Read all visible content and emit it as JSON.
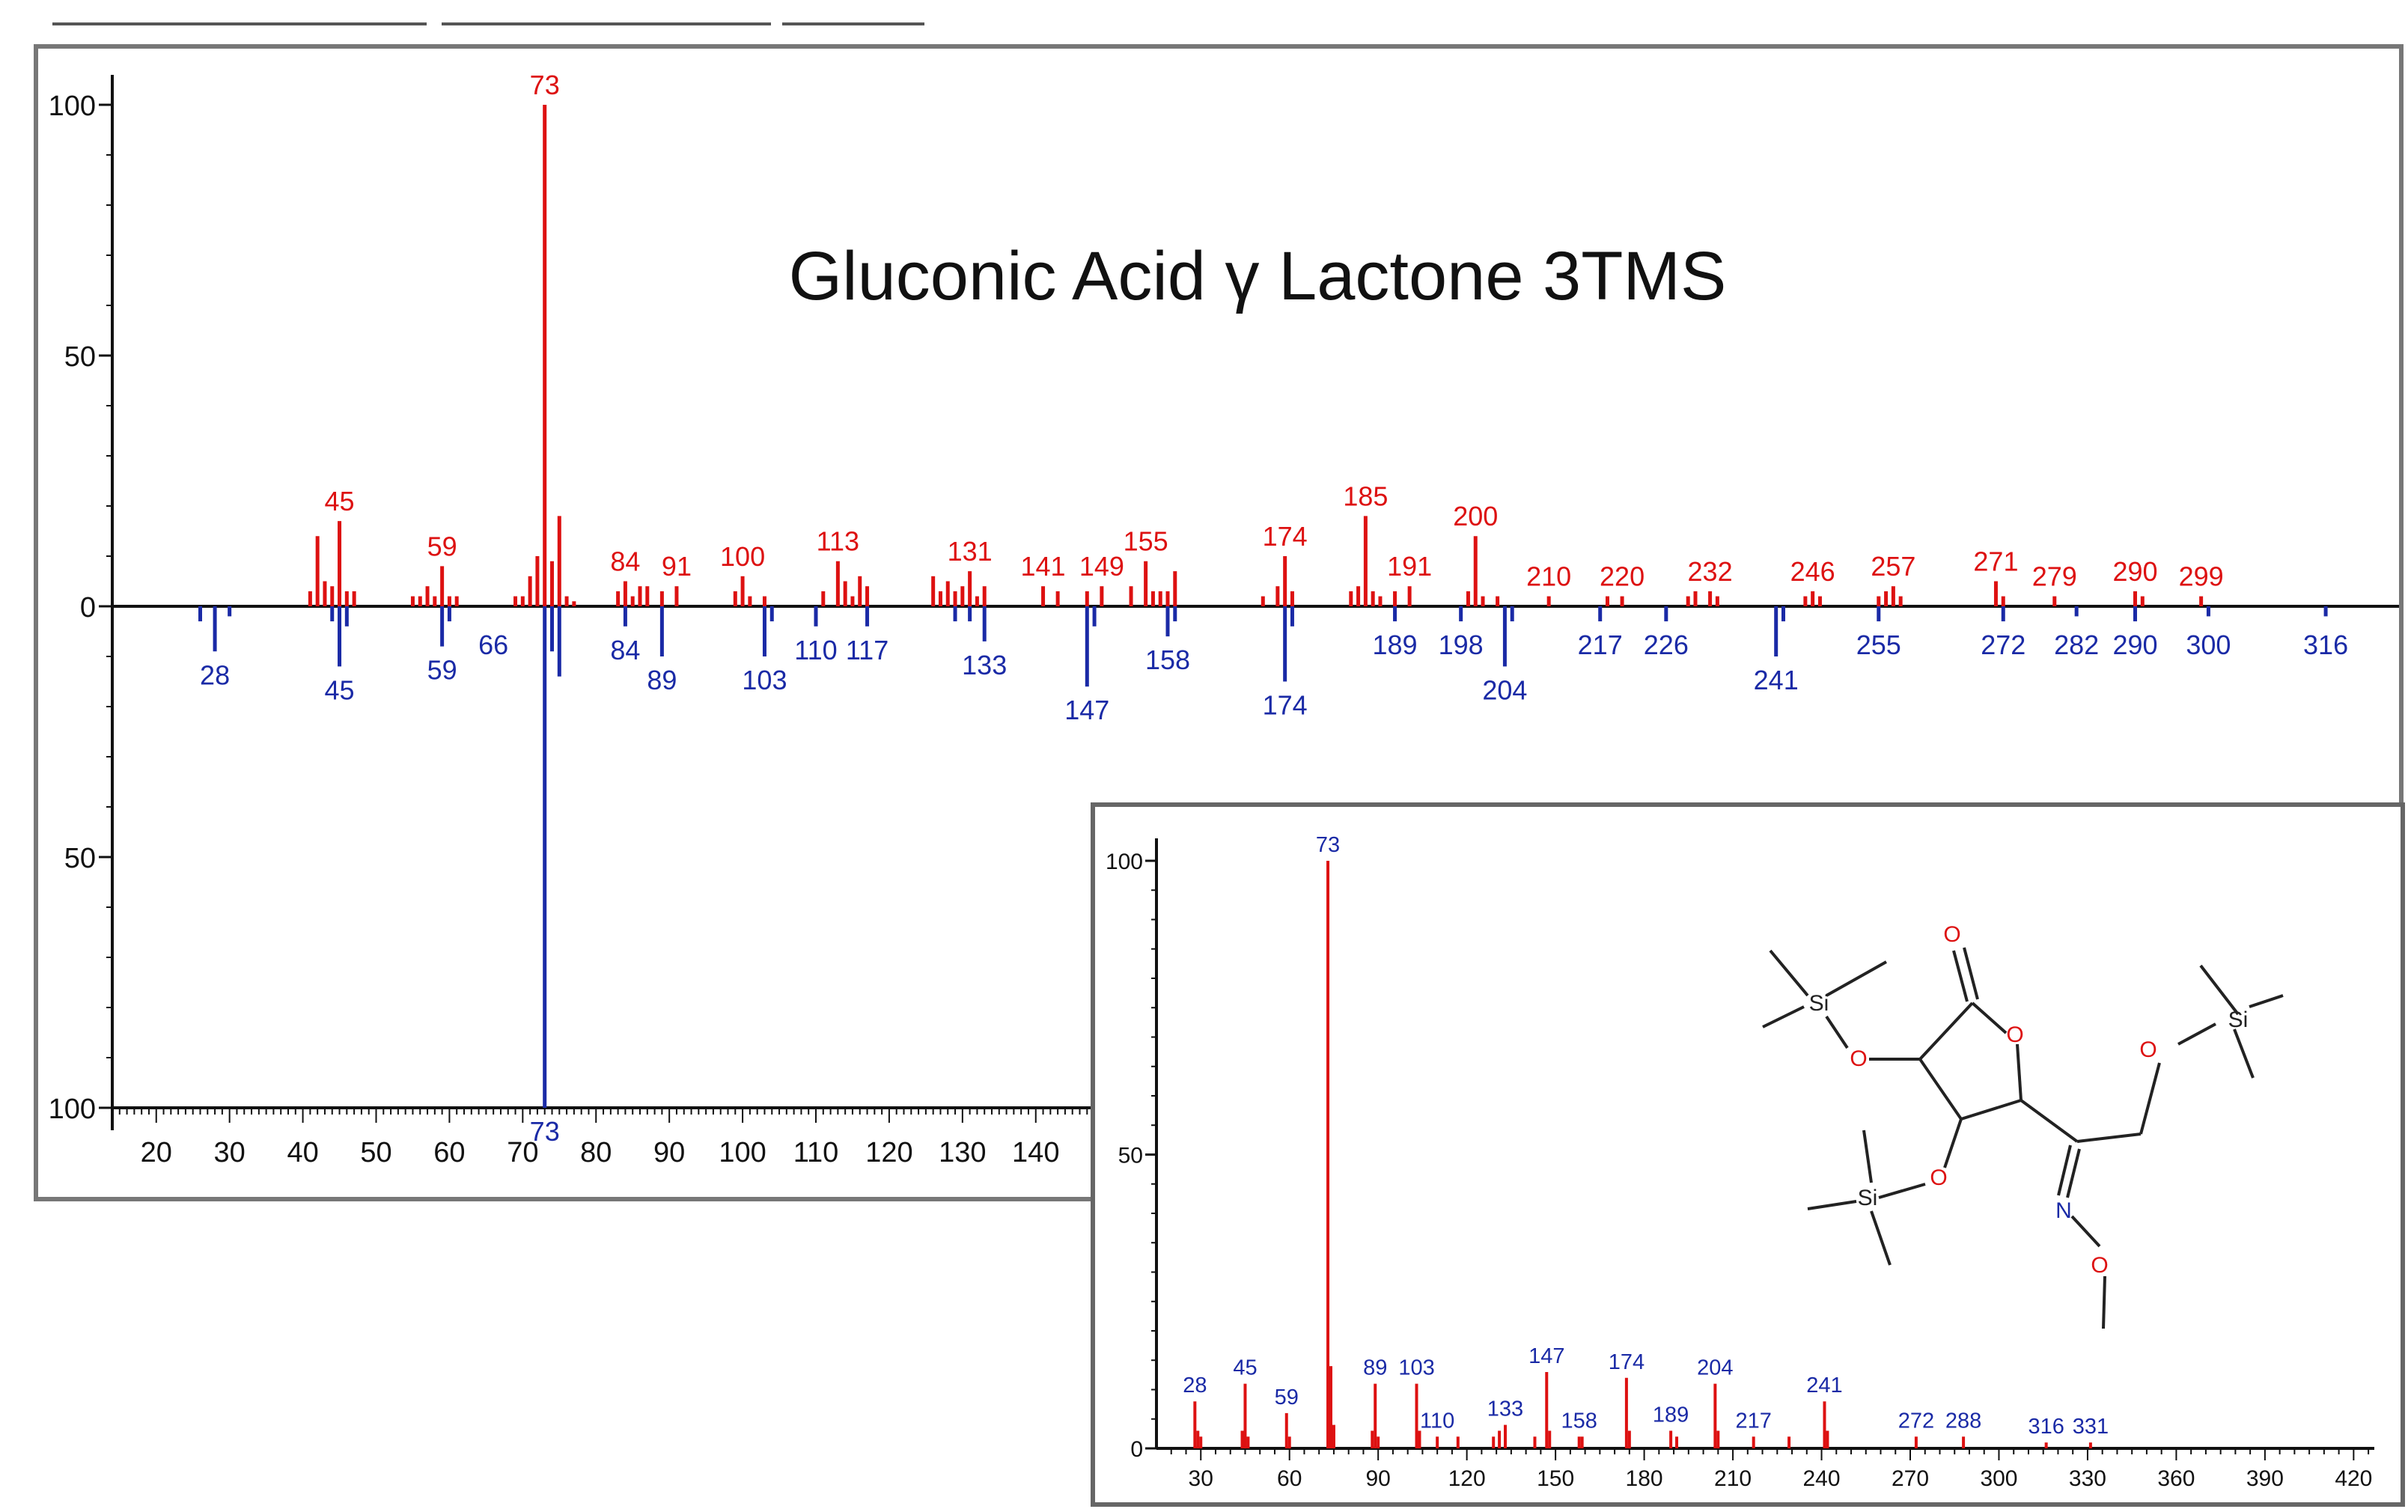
{
  "title": "Gluconic Acid γ Lactone 3TMS",
  "colors": {
    "sample": "#dd1111",
    "library": "#1a2aa6",
    "axis": "#111111",
    "frame": "#777777"
  },
  "chart_data": [
    {
      "type": "bar",
      "subtype": "mirror-mass-spectrum",
      "title": "Gluconic Acid γ Lactone 3TMS",
      "xlabel": "",
      "ylabel": "",
      "xlim": [
        14,
        326
      ],
      "ylim": [
        -100,
        100
      ],
      "x_ticks": [
        20,
        30,
        40,
        50,
        60,
        70,
        80,
        90,
        100,
        110,
        120,
        130,
        140
      ],
      "y_tick_labels": [
        "100",
        "50",
        "0",
        "50",
        "100"
      ],
      "series": [
        {
          "direction": "up",
          "color": "#dd1111",
          "x": [
            41,
            42,
            43,
            44,
            45,
            46,
            47,
            55,
            56,
            57,
            58,
            59,
            60,
            61,
            69,
            70,
            71,
            72,
            73,
            74,
            75,
            76,
            77,
            83,
            84,
            85,
            86,
            87,
            89,
            91,
            99,
            100,
            101,
            103,
            111,
            113,
            114,
            115,
            116,
            117,
            126,
            127,
            128,
            129,
            130,
            131,
            132,
            133,
            141,
            143,
            147,
            149,
            153,
            155,
            156,
            157,
            158,
            159,
            171,
            173,
            174,
            175,
            183,
            184,
            185,
            186,
            187,
            189,
            191,
            199,
            200,
            201,
            203,
            210,
            218,
            220,
            229,
            230,
            232,
            233,
            245,
            246,
            247,
            255,
            256,
            257,
            258,
            271,
            272,
            279,
            290,
            291,
            299
          ],
          "y": [
            3,
            14,
            5,
            4,
            17,
            3,
            3,
            2,
            2,
            4,
            2,
            8,
            2,
            2,
            2,
            2,
            6,
            10,
            100,
            9,
            18,
            2,
            1,
            3,
            5,
            2,
            4,
            4,
            3,
            4,
            3,
            6,
            2,
            2,
            3,
            9,
            5,
            2,
            6,
            4,
            6,
            3,
            5,
            3,
            4,
            7,
            2,
            4,
            4,
            3,
            3,
            4,
            4,
            9,
            3,
            3,
            3,
            7,
            2,
            4,
            10,
            3,
            3,
            4,
            18,
            3,
            2,
            3,
            4,
            3,
            14,
            2,
            2,
            2,
            2,
            2,
            2,
            3,
            3,
            2,
            2,
            3,
            2,
            2,
            3,
            4,
            2,
            5,
            2,
            2,
            3,
            2,
            2
          ],
          "labels": [
            {
              "x": 45,
              "text": "45"
            },
            {
              "x": 59,
              "text": "59"
            },
            {
              "x": 73,
              "text": "73"
            },
            {
              "x": 84,
              "text": "84"
            },
            {
              "x": 91,
              "text": "91"
            },
            {
              "x": 100,
              "text": "100"
            },
            {
              "x": 113,
              "text": "113"
            },
            {
              "x": 131,
              "text": "131"
            },
            {
              "x": 141,
              "text": "141"
            },
            {
              "x": 149,
              "text": "149"
            },
            {
              "x": 155,
              "text": "155"
            },
            {
              "x": 174,
              "text": "174"
            },
            {
              "x": 185,
              "text": "185"
            },
            {
              "x": 191,
              "text": "191"
            },
            {
              "x": 200,
              "text": "200"
            },
            {
              "x": 210,
              "text": "210"
            },
            {
              "x": 220,
              "text": "220"
            },
            {
              "x": 232,
              "text": "232"
            },
            {
              "x": 246,
              "text": "246"
            },
            {
              "x": 257,
              "text": "257"
            },
            {
              "x": 271,
              "text": "271"
            },
            {
              "x": 279,
              "text": "279"
            },
            {
              "x": 290,
              "text": "290"
            },
            {
              "x": 299,
              "text": "299"
            }
          ]
        },
        {
          "direction": "down",
          "color": "#1a2aa6",
          "x": [
            26,
            28,
            30,
            44,
            45,
            46,
            59,
            60,
            73,
            74,
            75,
            84,
            89,
            103,
            104,
            110,
            117,
            129,
            131,
            133,
            147,
            148,
            158,
            159,
            174,
            175,
            189,
            198,
            204,
            205,
            217,
            226,
            241,
            242,
            255,
            272,
            282,
            290,
            300,
            316
          ],
          "y": [
            3,
            9,
            2,
            3,
            12,
            4,
            8,
            3,
            100,
            9,
            14,
            4,
            10,
            10,
            3,
            4,
            4,
            3,
            3,
            7,
            16,
            4,
            6,
            3,
            15,
            4,
            3,
            3,
            12,
            3,
            3,
            3,
            10,
            3,
            3,
            3,
            2,
            3,
            2,
            2
          ],
          "labels": [
            {
              "x": 28,
              "text": "28"
            },
            {
              "x": 45,
              "text": "45"
            },
            {
              "x": 59,
              "text": "59"
            },
            {
              "x": 66,
              "text": "66"
            },
            {
              "x": 73,
              "text": "73"
            },
            {
              "x": 84,
              "text": "84"
            },
            {
              "x": 89,
              "text": "89"
            },
            {
              "x": 103,
              "text": "103"
            },
            {
              "x": 110,
              "text": "110"
            },
            {
              "x": 117,
              "text": "117"
            },
            {
              "x": 133,
              "text": "133"
            },
            {
              "x": 147,
              "text": "147"
            },
            {
              "x": 158,
              "text": "158"
            },
            {
              "x": 174,
              "text": "174"
            },
            {
              "x": 189,
              "text": "189"
            },
            {
              "x": 198,
              "text": "198"
            },
            {
              "x": 204,
              "text": "204"
            },
            {
              "x": 217,
              "text": "217"
            },
            {
              "x": 226,
              "text": "226"
            },
            {
              "x": 241,
              "text": "241"
            },
            {
              "x": 255,
              "text": "255"
            },
            {
              "x": 272,
              "text": "272"
            },
            {
              "x": 282,
              "text": "282"
            },
            {
              "x": 290,
              "text": "290"
            },
            {
              "x": 300,
              "text": "300"
            },
            {
              "x": 316,
              "text": "316"
            }
          ]
        }
      ]
    },
    {
      "type": "bar",
      "subtype": "mass-spectrum",
      "title": "",
      "xlabel": "",
      "ylabel": "",
      "xlim": [
        15,
        427
      ],
      "ylim": [
        0,
        100
      ],
      "x_ticks": [
        30,
        60,
        90,
        120,
        150,
        180,
        210,
        240,
        270,
        300,
        330,
        360,
        390,
        420
      ],
      "y_ticks": [
        0,
        50,
        100
      ],
      "series": [
        {
          "color": "#dd1111",
          "x": [
            28,
            29,
            30,
            44,
            45,
            46,
            59,
            60,
            73,
            74,
            75,
            88,
            89,
            90,
            103,
            104,
            110,
            117,
            129,
            131,
            133,
            143,
            147,
            148,
            158,
            159,
            174,
            175,
            189,
            191,
            204,
            205,
            217,
            229,
            241,
            242,
            272,
            288,
            316,
            331
          ],
          "y": [
            8,
            3,
            2,
            3,
            11,
            2,
            6,
            2,
            100,
            14,
            4,
            3,
            11,
            2,
            11,
            3,
            2,
            2,
            2,
            3,
            4,
            2,
            13,
            3,
            2,
            2,
            12,
            3,
            3,
            2,
            11,
            3,
            2,
            2,
            8,
            3,
            2,
            2,
            1,
            1
          ],
          "labels": [
            {
              "x": 28,
              "text": "28",
              "y": 8
            },
            {
              "x": 45,
              "text": "45",
              "y": 11
            },
            {
              "x": 59,
              "text": "59",
              "y": 6
            },
            {
              "x": 73,
              "text": "73",
              "y": 100
            },
            {
              "x": 89,
              "text": "89",
              "y": 11
            },
            {
              "x": 103,
              "text": "103",
              "y": 11
            },
            {
              "x": 110,
              "text": "110",
              "y": 2
            },
            {
              "x": 133,
              "text": "133",
              "y": 4
            },
            {
              "x": 147,
              "text": "147",
              "y": 13
            },
            {
              "x": 158,
              "text": "158",
              "y": 2
            },
            {
              "x": 174,
              "text": "174",
              "y": 12
            },
            {
              "x": 189,
              "text": "189",
              "y": 3
            },
            {
              "x": 204,
              "text": "204",
              "y": 11
            },
            {
              "x": 217,
              "text": "217",
              "y": 2
            },
            {
              "x": 241,
              "text": "241",
              "y": 8
            },
            {
              "x": 272,
              "text": "272",
              "y": 2
            },
            {
              "x": 288,
              "text": "288",
              "y": 2
            },
            {
              "x": 316,
              "text": "316",
              "y": 1
            },
            {
              "x": 331,
              "text": "331",
              "y": 1
            }
          ]
        }
      ]
    }
  ],
  "structure_atoms": [
    "O",
    "O",
    "O",
    "O",
    "O",
    "N",
    "O",
    "Si",
    "Si",
    "Si"
  ]
}
